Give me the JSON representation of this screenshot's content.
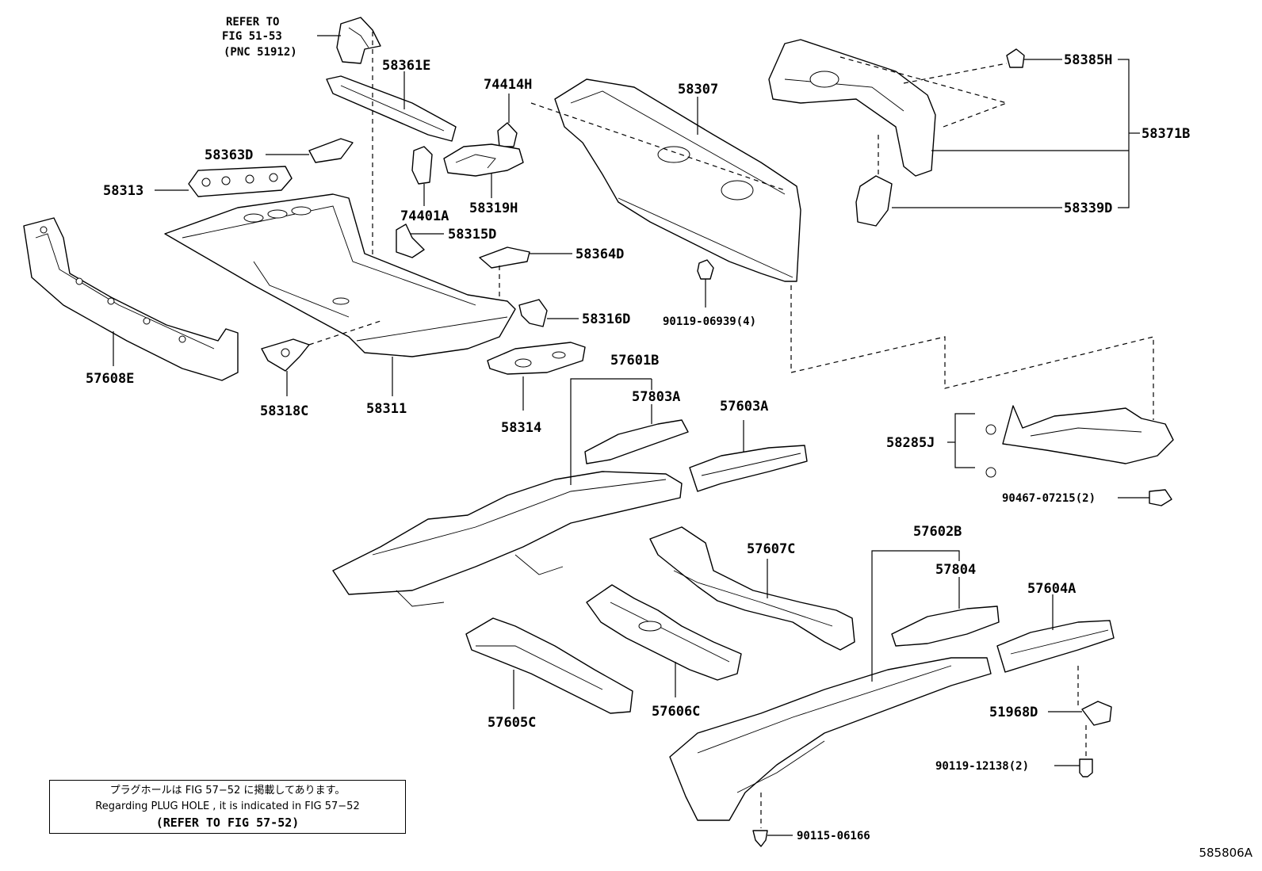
{
  "labels": {
    "refer_line1": "REFER TO",
    "refer_line2": "FIG 51-53",
    "refer_line3": "(PNC 51912)",
    "p58361E": "58361E",
    "p74414H": "74414H",
    "p58307": "58307",
    "p58385H": "58385H",
    "p58371B": "58371B",
    "p58363D": "58363D",
    "p58313": "58313",
    "p74401A": "74401A",
    "p58319H": "58319H",
    "p58315D": "58315D",
    "p58364D": "58364D",
    "p58339D": "58339D",
    "p90119_06939": "90119-06939(4)",
    "p58316D": "58316D",
    "p57608E": "57608E",
    "p58318C": "58318C",
    "p58311": "58311",
    "p57601B": "57601B",
    "p58314": "58314",
    "p57803A": "57803A",
    "p57603A": "57603A",
    "p58285J": "58285J",
    "p90467_07215": "90467-07215(2)",
    "p57607C": "57607C",
    "p57602B": "57602B",
    "p57804": "57804",
    "p57604A": "57604A",
    "p57605C": "57605C",
    "p57606C": "57606C",
    "p51968D": "51968D",
    "p90119_12138": "90119-12138(2)",
    "p90115_06166": "90115-06166"
  },
  "note": {
    "line1": "プラグホールは FIG 57−52 に掲載してあります。",
    "line2": "Regarding PLUG HOLE , it is indicated in FIG 57−52",
    "line3": "(REFER TO FIG 57-52)"
  },
  "illustration_code": "585806A"
}
